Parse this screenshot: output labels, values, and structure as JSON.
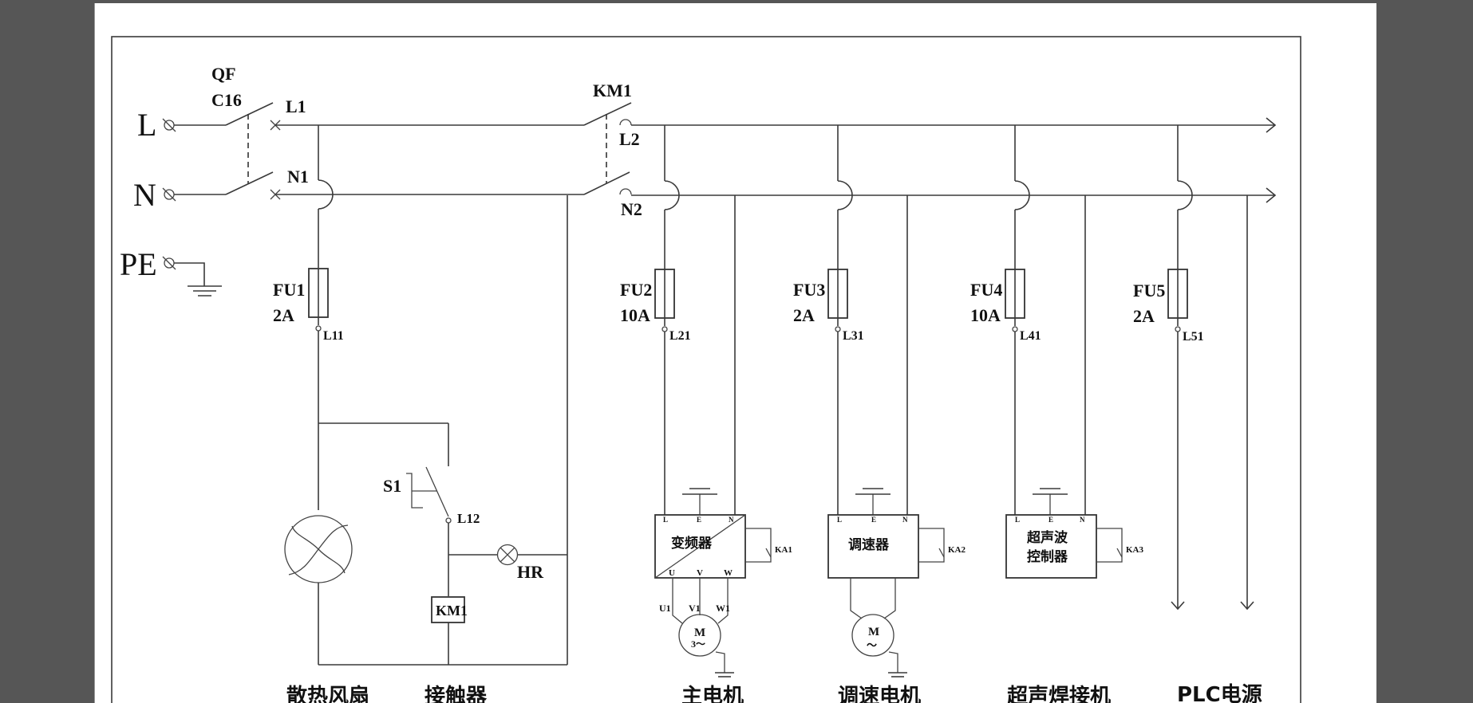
{
  "document": {
    "frame": "electrical-schematic",
    "supply": {
      "L": "L",
      "N": "N",
      "PE": "PE"
    },
    "breaker": {
      "name": "QF",
      "rating": "C16",
      "out_L": "L1",
      "out_N": "N1"
    },
    "contactor_main": {
      "name": "KM1",
      "out_L": "L2",
      "out_N": "N2"
    },
    "fuses": [
      {
        "name": "FU1",
        "rating": "2A",
        "node": "L11"
      },
      {
        "name": "FU2",
        "rating": "10A",
        "node": "L21"
      },
      {
        "name": "FU3",
        "rating": "2A",
        "node": "L31"
      },
      {
        "name": "FU4",
        "rating": "10A",
        "node": "L41"
      },
      {
        "name": "FU5",
        "rating": "2A",
        "node": "L51"
      }
    ],
    "control": {
      "switch": "S1",
      "switch_node": "L12",
      "lamp": "HR",
      "coil": "KM1"
    },
    "devices": [
      {
        "name": "变频器",
        "terminals_in": [
          "L",
          "E",
          "N"
        ],
        "terminals_out": [
          "U",
          "V",
          "W"
        ],
        "relay": "KA1",
        "motor": {
          "label": "M",
          "sub": "3～",
          "wires": [
            "U1",
            "V1",
            "W1"
          ]
        }
      },
      {
        "name": "调速器",
        "terminals_in": [
          "L",
          "E",
          "N"
        ],
        "relay": "KA2",
        "motor": {
          "label": "M",
          "sub": "～"
        }
      },
      {
        "name_line1": "超声波",
        "name_line2": "控制器",
        "terminals_in": [
          "L",
          "E",
          "N"
        ],
        "relay": "KA3"
      }
    ],
    "captions": [
      "散热风扇",
      "接触器",
      "主电机",
      "调速电机",
      "超声焊接机",
      "PLC电源"
    ]
  }
}
